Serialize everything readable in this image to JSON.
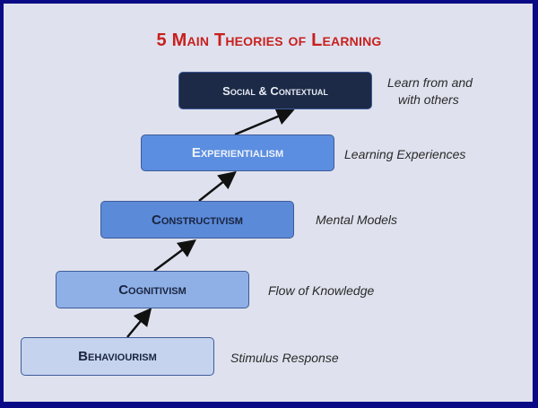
{
  "title": "5 Main Theories of Learning",
  "theories": [
    {
      "label": "Social & Contextual",
      "description_line1": "Learn from and",
      "description_line2": "with others",
      "color": "#1c2a47"
    },
    {
      "label": "Experientialism",
      "description": "Learning Experiences",
      "color": "#5b8ee0"
    },
    {
      "label": "Constructivism",
      "description": "Mental Models",
      "color": "#5b8ad8"
    },
    {
      "label": "Cognitivism",
      "description": "Flow of Knowledge",
      "color": "#8fb0e6"
    },
    {
      "label": "Behaviourism",
      "description": "Stimulus Response",
      "color": "#c5d3ef"
    }
  ]
}
